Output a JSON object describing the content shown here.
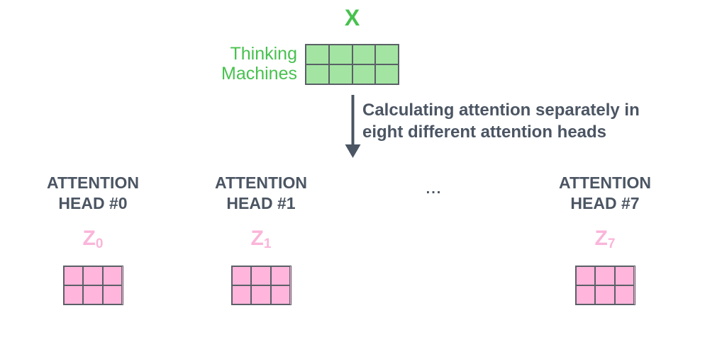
{
  "colors": {
    "green_text": "#47c14e",
    "green_fill": "#a3e4a2",
    "pink_text": "#fbb5da",
    "pink_fill": "#ffb5dc",
    "grid_border": "#5a6066",
    "dark_text": "#4b5563",
    "arrow": "#4b5563"
  },
  "input": {
    "label": "X",
    "side_label_line1": "Thinking",
    "side_label_line2": "Machines",
    "matrix": {
      "rows": 2,
      "cols": 4
    }
  },
  "arrow": {
    "caption_line1": "Calculating attention separately in",
    "caption_line2": "eight different attention heads"
  },
  "heads": [
    {
      "label_line1": "ATTENTION",
      "label_line2": "HEAD #0",
      "z_base": "Z",
      "z_sub": "0",
      "matrix": {
        "rows": 2,
        "cols": 3
      }
    },
    {
      "label_line1": "ATTENTION",
      "label_line2": "HEAD #1",
      "z_base": "Z",
      "z_sub": "1",
      "matrix": {
        "rows": 2,
        "cols": 3
      }
    },
    {
      "label_line1": "ATTENTION",
      "label_line2": "HEAD #7",
      "z_base": "Z",
      "z_sub": "7",
      "matrix": {
        "rows": 2,
        "cols": 3
      }
    }
  ],
  "ellipsis": "..."
}
